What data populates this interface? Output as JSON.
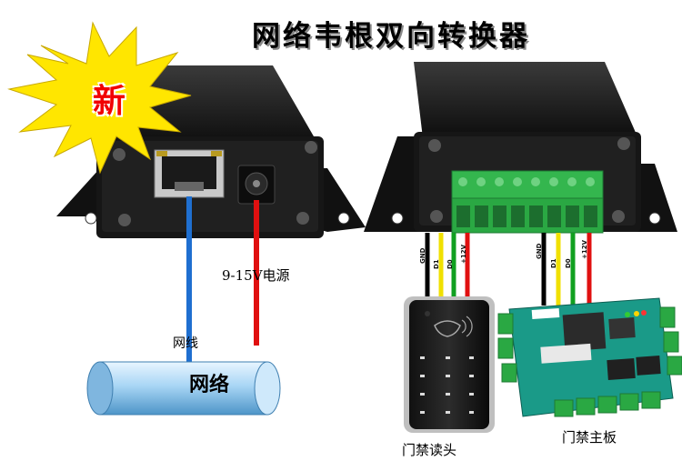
{
  "title": "网络韦根双向转换器",
  "badge": "新",
  "labels": {
    "power": "9-15V电源",
    "network_cable": "网线",
    "network": "网络",
    "card_reader": "门禁读头",
    "control_board": "门禁主板"
  },
  "wires": {
    "reader": [
      "GND",
      "D1",
      "D0",
      "+12V"
    ],
    "board": [
      "GND",
      "D1",
      "D0",
      "+12V"
    ]
  },
  "colors": {
    "device_body": "#1c1c1c",
    "terminal_block": "#2aa843",
    "cable_blue": "#1f6fd0",
    "cable_red": "#e01010",
    "wire_black": "#000000",
    "wire_yellow": "#f0e000",
    "wire_green": "#10a020",
    "pcb": "#1a9a88",
    "starburst": "#ffe600"
  },
  "icons": [
    "starburst-icon",
    "rj45-port-icon",
    "dc-jack-icon",
    "card-icon",
    "keypad-icon"
  ]
}
